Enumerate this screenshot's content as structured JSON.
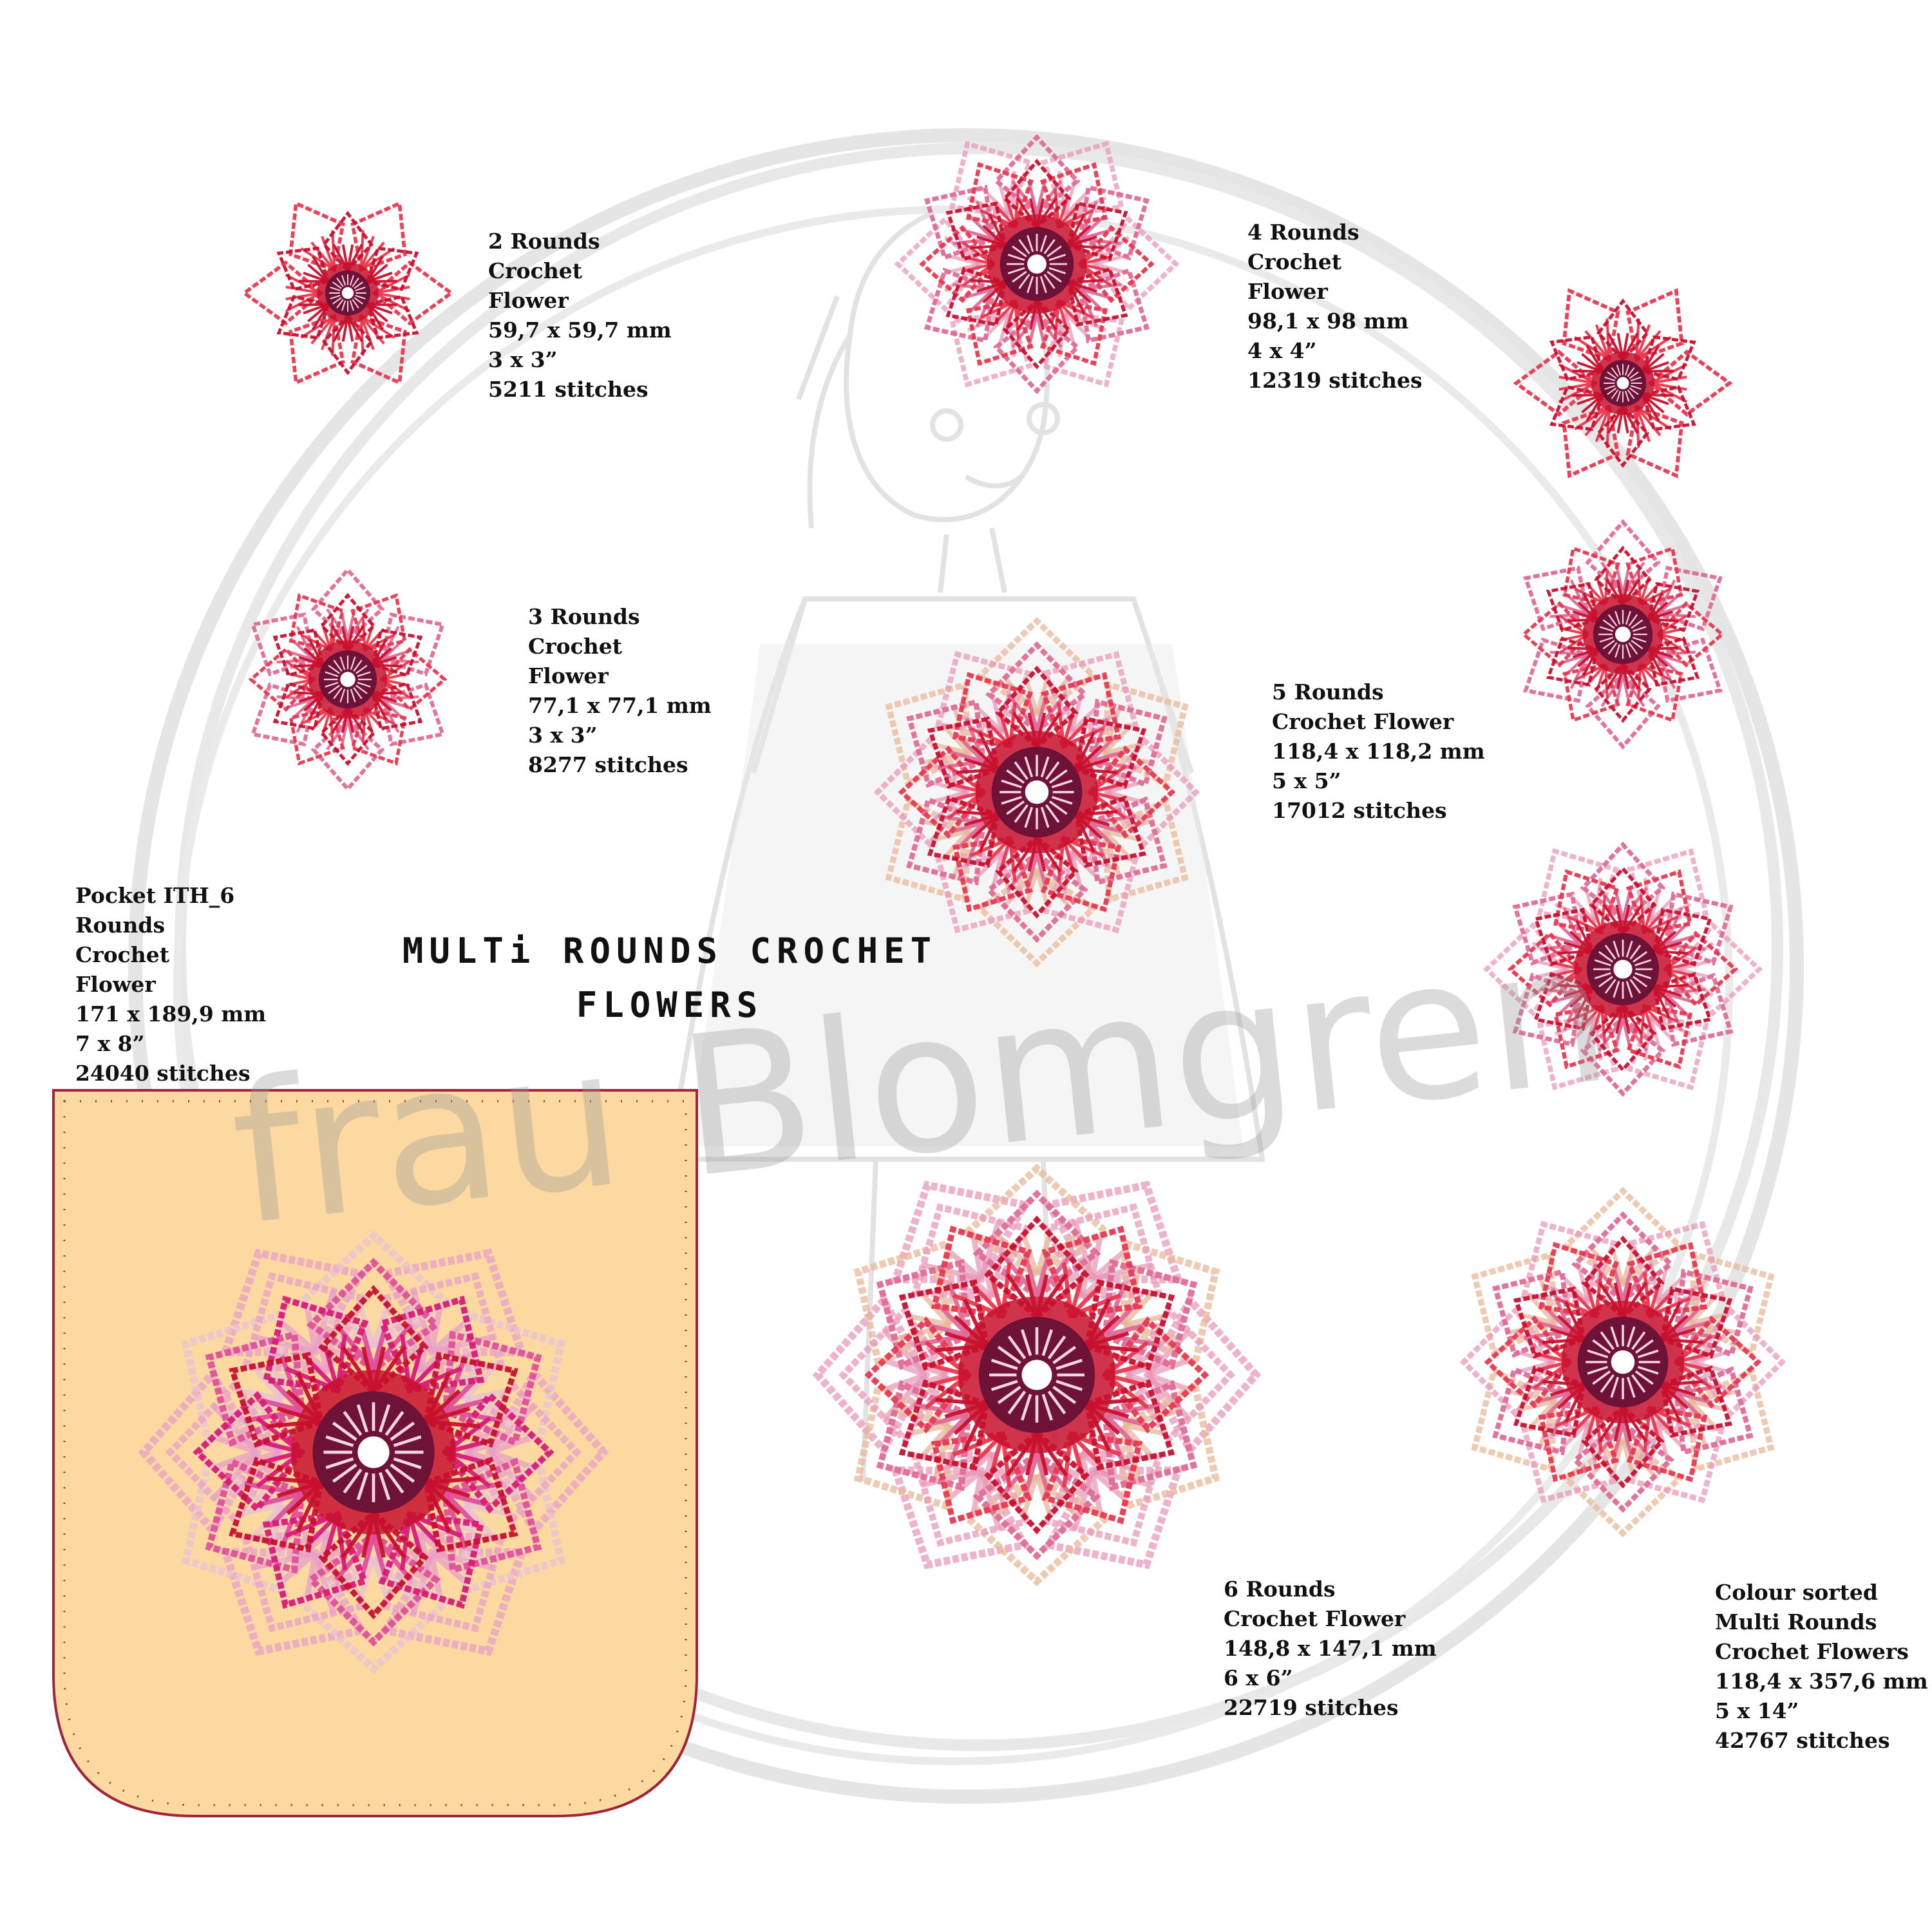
{
  "title": {
    "line1": "MULTi ROUNDS CROCHET",
    "line2": "FLOWERS"
  },
  "watermark": {
    "text": "frau Blomgren",
    "color": "#bdbdbd"
  },
  "labels": [
    {
      "id": "two-rounds",
      "lines": [
        "2 Rounds",
        "Crochet",
        "Flower",
        "59,7 x 59,7 mm",
        "3 x 3”",
        "5211 stitches"
      ]
    },
    {
      "id": "three-rounds",
      "lines": [
        "3 Rounds",
        "Crochet",
        "Flower",
        "77,1 x 77,1 mm",
        "3 x 3”",
        "8277 stitches"
      ]
    },
    {
      "id": "four-rounds",
      "lines": [
        "4 Rounds",
        "Crochet",
        "Flower",
        "98,1 x 98 mm",
        "4 x 4”",
        "12319 stitches"
      ]
    },
    {
      "id": "five-rounds",
      "lines": [
        "5 Rounds",
        "Crochet Flower",
        "118,4 x 118,2 mm",
        "5 x 5”",
        "17012 stitches"
      ]
    },
    {
      "id": "pocket",
      "lines": [
        "Pocket ITH_6",
        "Rounds",
        "Crochet",
        "Flower",
        "171 x 189,9 mm",
        "7 x 8”",
        "24040 stitches"
      ]
    },
    {
      "id": "six-rounds",
      "lines": [
        "6 Rounds",
        "Crochet Flower",
        "148,8 x 147,1 mm",
        "6 x 6”",
        "22719 stitches"
      ]
    },
    {
      "id": "colour-sorted",
      "lines": [
        "Colour sorted",
        "Multi Rounds",
        "Crochet Flowers",
        "118,4 x 357,6 mm",
        "5 x 14”",
        "42767 stitches"
      ]
    }
  ],
  "colors": {
    "center": "#6e1238",
    "round1": "#c8102e",
    "round2": "#e8384f",
    "pink": "#e06b96",
    "lightpink": "#e89ab8",
    "peach": "#e8b89a",
    "magenta": "#d81b78",
    "pocket_fill": "#fbd9a0",
    "pocket_stitch": "#a0243a"
  }
}
